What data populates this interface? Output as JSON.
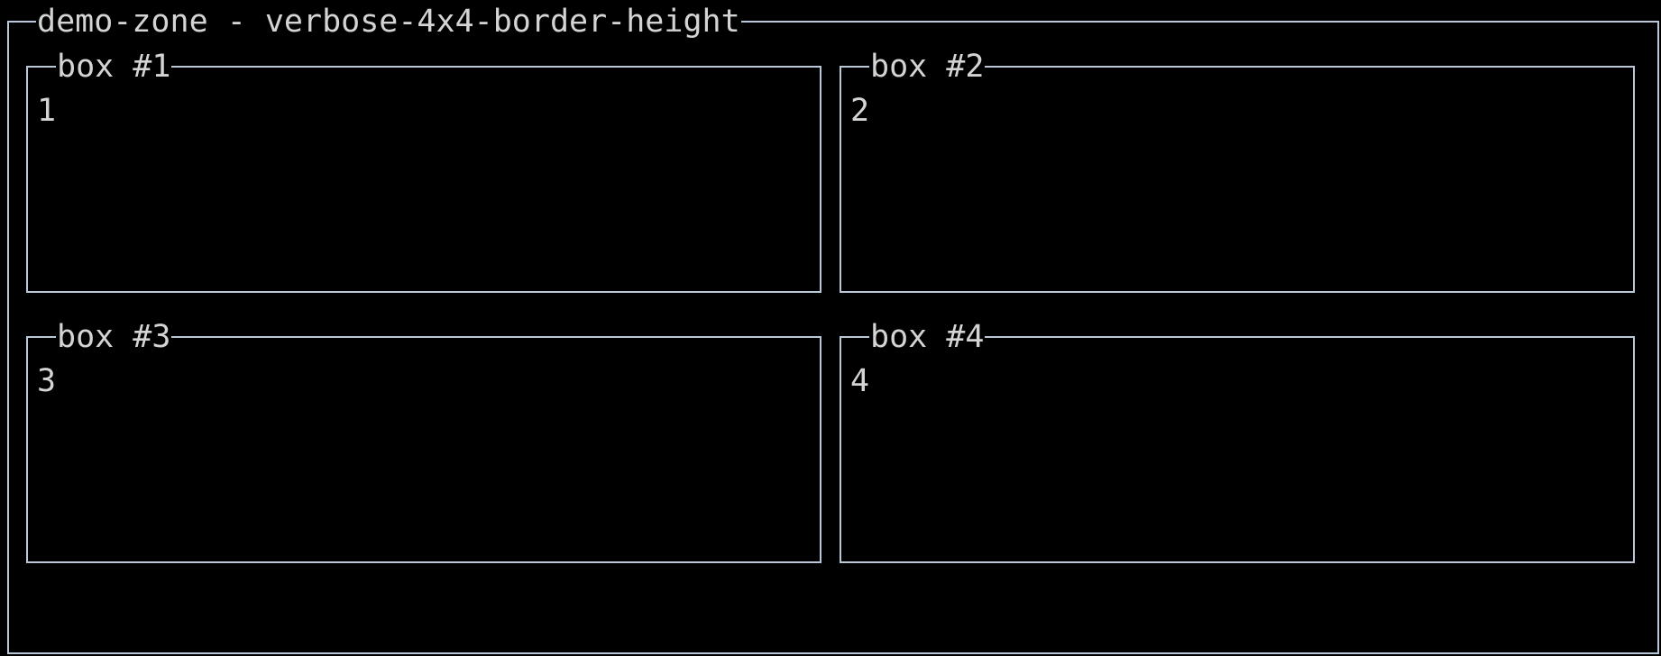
{
  "window": {
    "title": "demo-zone - verbose-4x4-border-height"
  },
  "boxes": [
    {
      "title": "box #1",
      "content": "1"
    },
    {
      "title": "box #2",
      "content": "2"
    },
    {
      "title": "box #3",
      "content": "3"
    },
    {
      "title": "box #4",
      "content": "4"
    }
  ],
  "colors": {
    "background": "#000000",
    "border": "#b8c8d8",
    "text": "#d4d4d4"
  }
}
